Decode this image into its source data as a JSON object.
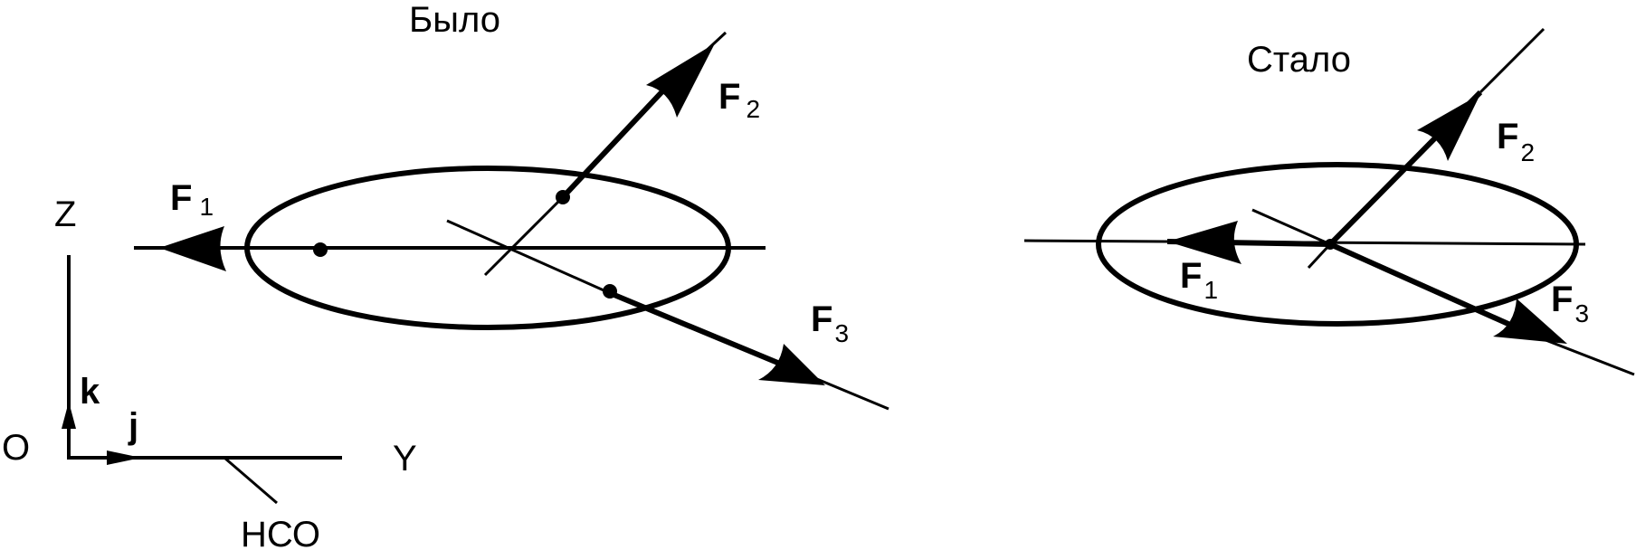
{
  "diagram": {
    "colors": {
      "ink": "#000000",
      "background": "#ffffff"
    },
    "before": {
      "title": "Было",
      "forces": [
        {
          "letter": "F",
          "index": "1"
        },
        {
          "letter": "F",
          "index": "2"
        },
        {
          "letter": "F",
          "index": "3"
        }
      ]
    },
    "after": {
      "title": "Стало",
      "forces": [
        {
          "letter": "F",
          "index": "1"
        },
        {
          "letter": "F",
          "index": "2"
        },
        {
          "letter": "F",
          "index": "3"
        }
      ]
    },
    "frame": {
      "axis_z": "Z",
      "axis_y": "Y",
      "origin": "O",
      "unit_k": "k",
      "unit_j": "j",
      "label": "НСО"
    }
  }
}
